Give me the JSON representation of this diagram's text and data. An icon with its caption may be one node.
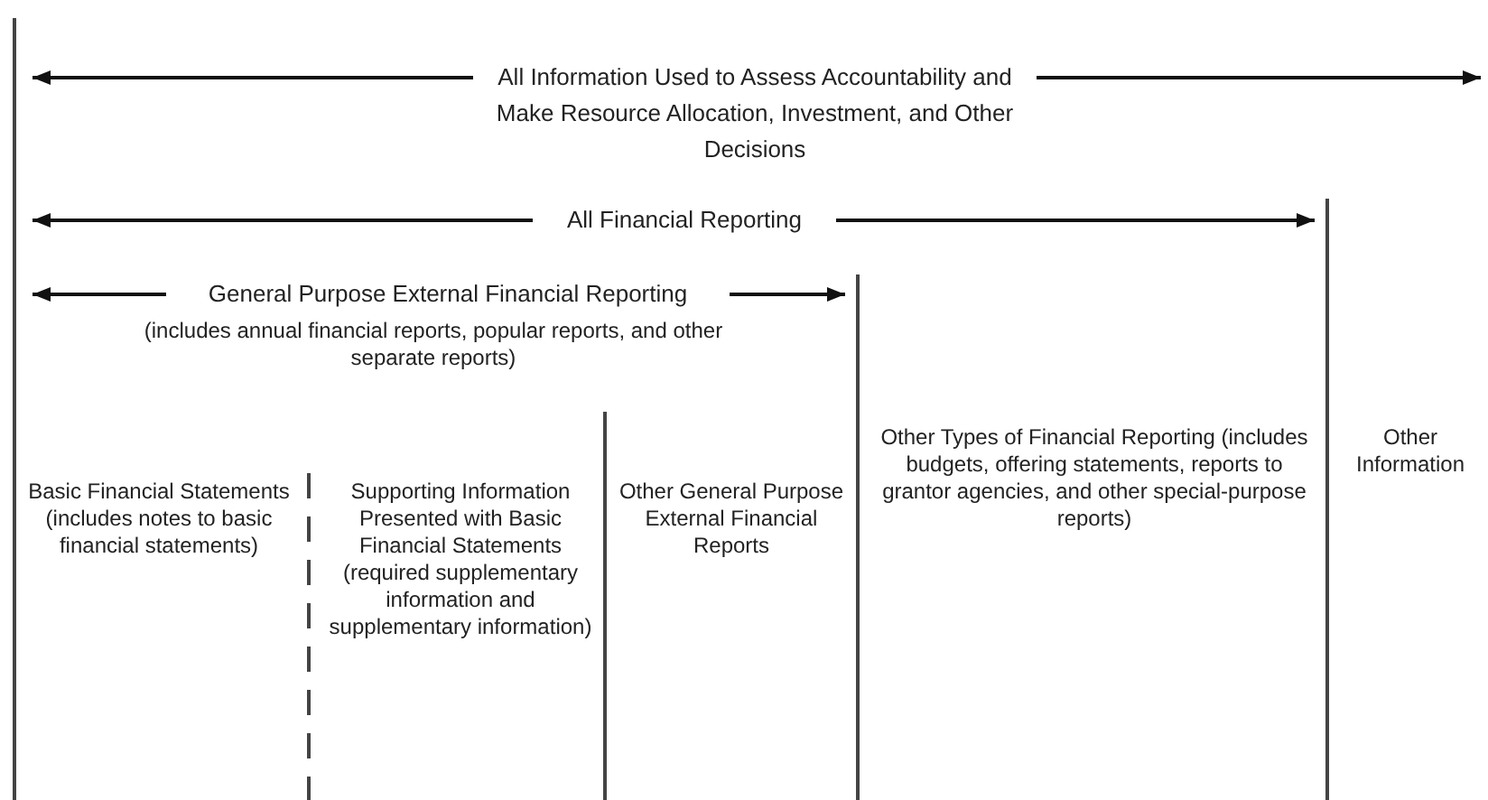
{
  "diagram": {
    "labels": [
      "All Information Used to Assess Accountability and Make Resource Allocation, Investment, and Other Decisions",
      "All Financial Reporting",
      "General Purpose External Financial Reporting",
      "(includes annual financial reports, popular reports, and other separate reports)",
      "Basic Financial Statements (includes notes to basic financial statements)",
      "Supporting Information Presented with Basic Financial Statements (required supplementary information and supplementary information)",
      "Other General Purpose External Financial Reports",
      "Other Types of Financial Reporting (includes budgets, offering statements, reports to grantor agencies, and other special-purpose reports)",
      "Other Information"
    ]
  }
}
